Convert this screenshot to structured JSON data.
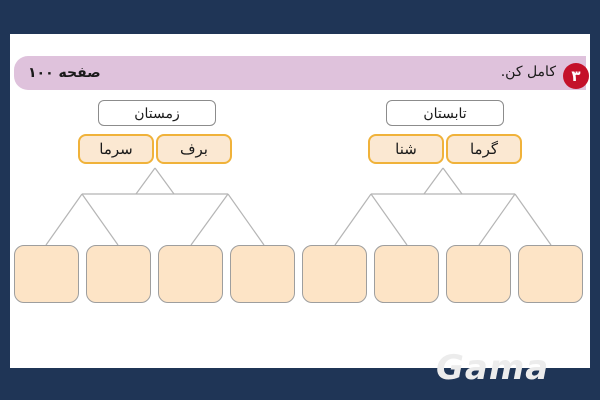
{
  "header": {
    "page_ref": "صفحه ۱۰۰",
    "instruction": "کامل کن.",
    "step_number": "۳"
  },
  "groups": {
    "left": {
      "title": "زمستان",
      "words": [
        "سرما",
        "برف"
      ]
    },
    "right": {
      "title": "تابستان",
      "words": [
        "شنا",
        "گرما"
      ]
    }
  },
  "watermark": "Gama",
  "colors": {
    "frame": "#1f3556",
    "header_band": "#dfc2dc",
    "step_badge": "#c4112a",
    "word_border": "#f0b23a",
    "word_fill": "#fbe8d2",
    "slot_fill": "#fde4c6"
  }
}
